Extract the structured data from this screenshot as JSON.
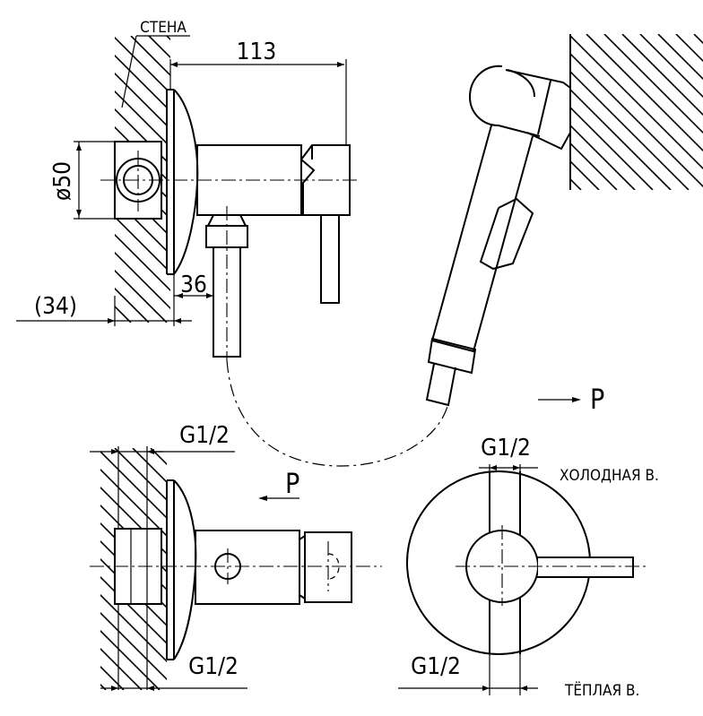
{
  "labels": {
    "wall": "СТЕНА",
    "dim_113": "113",
    "dim_d50": "ø50",
    "dim_36": "36",
    "dim_34": "(34)",
    "g_top": "G1/2",
    "g_side_bottom": "G1/2",
    "g_front_top": "G1/2",
    "g_front_bottom": "G1/2",
    "p_right": "P",
    "p_left": "P",
    "cold_water": "ХОЛОДНАЯ В.",
    "warm_water": "ТЁПЛАЯ В."
  }
}
